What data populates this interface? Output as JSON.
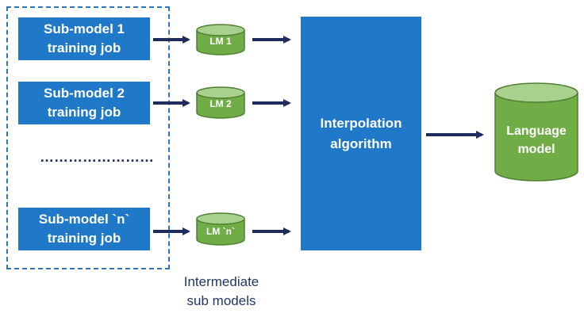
{
  "jobs": [
    {
      "label": "Sub-model 1\ntraining job"
    },
    {
      "label": "Sub-model 2\ntraining job"
    },
    {
      "label": "Sub-model `n`\ntraining job"
    }
  ],
  "ellipsis": "……………………",
  "intermediate_models": [
    "LM 1",
    "LM 2",
    "LM `n`"
  ],
  "algorithm": "Interpolation\nalgorithm",
  "output_model": [
    "Language",
    "model"
  ],
  "caption": "Intermediate\nsub models",
  "colors": {
    "box_blue": "#1f78c8",
    "arrow_navy": "#1f2d5c",
    "cylinder_green": "#70ad47",
    "cylinder_top": "#a9d18e",
    "dashed_border": "#2e75b6"
  }
}
